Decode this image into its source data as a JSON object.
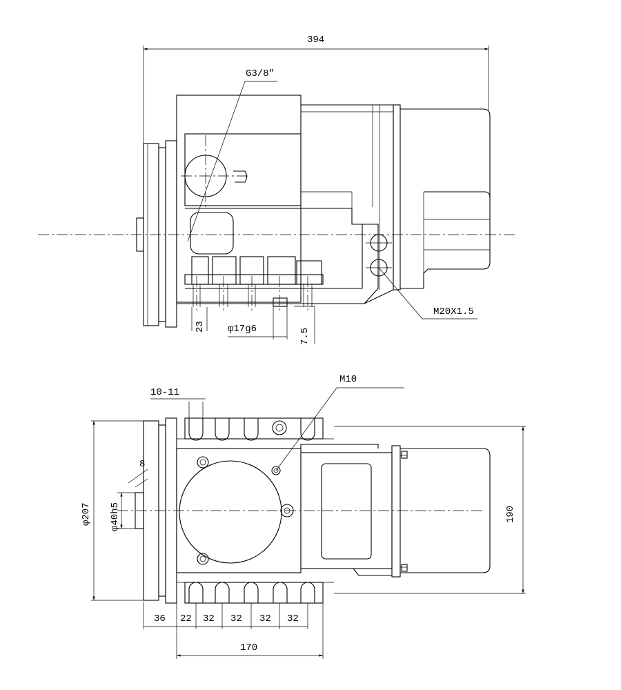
{
  "top_view": {
    "dims": {
      "overall_length": "394",
      "port_thread": "G3/8″",
      "cable_gland": "M20X1.5",
      "dim_23": "23",
      "shaft_fit": "φ17g6",
      "dim_7_5": "7.5"
    }
  },
  "bottom_view": {
    "dims": {
      "slot": "10-11",
      "bolt": "M10",
      "flange_dia": "φ207",
      "chamfer": "8",
      "spigot": "φ40h5",
      "height": "190",
      "d36": "36",
      "d22": "22",
      "d32a": "32",
      "d32b": "32",
      "d32c": "32",
      "d32d": "32",
      "span": "170"
    }
  },
  "colors": {
    "line": "#000000",
    "background": "#ffffff"
  }
}
